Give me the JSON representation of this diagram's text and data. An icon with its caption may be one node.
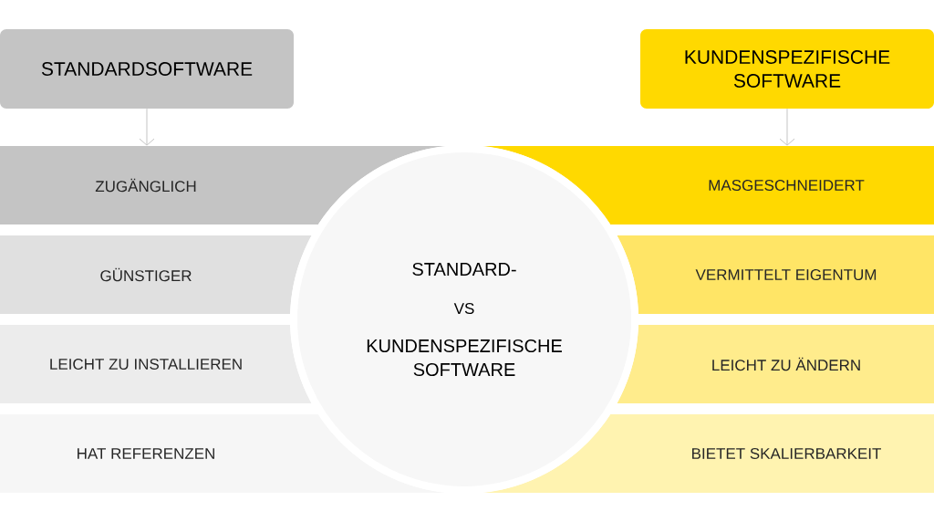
{
  "diagram": {
    "nodes": [
      {
        "text": [
          "STANDARDSOFTWARE"
        ]
      },
      {
        "text": [
          "KUNDENSPEZIFISCHE SOFTWARE"
        ]
      },
      {
        "text": [
          "ZUGÄNGLICH"
        ]
      },
      {
        "text": [
          "GÜNSTIGER"
        ]
      },
      {
        "text": [
          "LEICHT ZU INSTALLIEREN"
        ]
      },
      {
        "text": [
          "HAT REFERENZEN"
        ]
      },
      {
        "text": [
          "MASGESCHNEIDERT"
        ]
      },
      {
        "text": [
          "VERMITTELT EIGENTUM"
        ]
      },
      {
        "text": [
          "LEICHT ZU ÄNDERN"
        ]
      },
      {
        "text": [
          "BIETET SKALIERBARKEIT"
        ]
      },
      {
        "text": [
          "STANDARD-",
          "VS",
          "KUNDENSPEZIFISCHE SOFTWARE"
        ]
      }
    ],
    "edges": [
      {
        "from": 0,
        "to": 2,
        "arrow": "to"
      },
      {
        "from": 1,
        "to": 6,
        "arrow": "to"
      }
    ]
  }
}
